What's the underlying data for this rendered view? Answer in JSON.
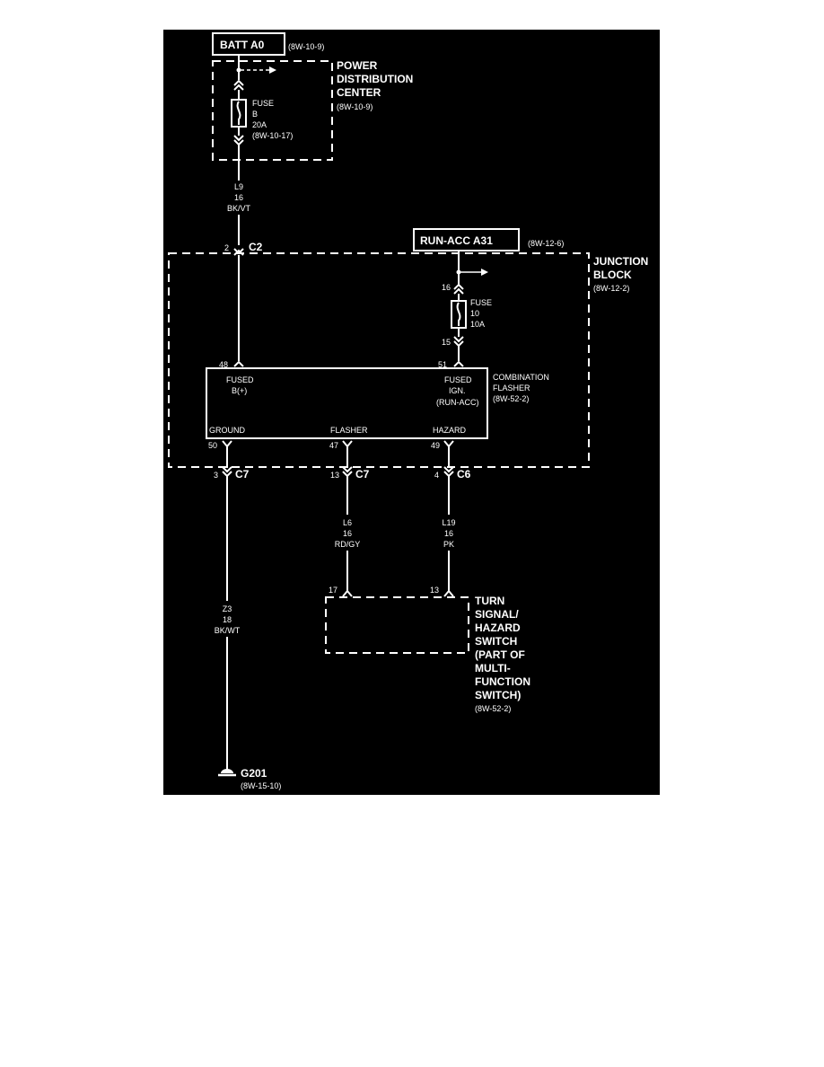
{
  "batt": {
    "label": "BATT A0",
    "ref": "(8W-10-9)"
  },
  "pdc": {
    "title_line1": "POWER",
    "title_line2": "DISTRIBUTION",
    "title_line3": "CENTER",
    "ref": "(8W-10-9)",
    "fuse": {
      "word": "FUSE",
      "id": "B",
      "rating": "20A",
      "ref": "(8W-10-17)"
    }
  },
  "wire_l9": {
    "circuit": "L9",
    "gauge": "16",
    "color": "BK/VT"
  },
  "c2": {
    "pin": "2",
    "name": "C2"
  },
  "run_acc": {
    "label": "RUN-ACC A31",
    "ref": "(8W-12-6)"
  },
  "junction": {
    "title_line1": "JUNCTION",
    "title_line2": "BLOCK",
    "ref": "(8W-12-2)"
  },
  "jb_fuse": {
    "pin_top": "16",
    "word": "FUSE",
    "id": "10",
    "rating": "10A",
    "pin_bottom": "15"
  },
  "flasher": {
    "pin_b": "48",
    "pin_ign": "51",
    "fused_b_line1": "FUSED",
    "fused_b_line2": "B(+)",
    "fused_ign_line1": "FUSED",
    "fused_ign_line2": "IGN.",
    "fused_ign_line3": "(RUN-ACC)",
    "name_line1": "COMBINATION",
    "name_line2": "FLASHER",
    "ref": "(8W-52-2)",
    "ground": "GROUND",
    "flasher": "FLASHER",
    "hazard": "HAZARD",
    "pin_ground": "50",
    "pin_flasher": "47",
    "pin_hazard": "49"
  },
  "conn_c7a": {
    "pin": "3",
    "name": "C7"
  },
  "conn_c7b": {
    "pin": "13",
    "name": "C7"
  },
  "conn_c6": {
    "pin": "4",
    "name": "C6"
  },
  "wire_l6": {
    "circuit": "L6",
    "gauge": "16",
    "color": "RD/GY"
  },
  "wire_l19": {
    "circuit": "L19",
    "gauge": "16",
    "color": "PK"
  },
  "wire_z3": {
    "circuit": "Z3",
    "gauge": "18",
    "color": "BK/WT"
  },
  "switch": {
    "pin_l6": "17",
    "pin_l19": "13",
    "line1": "TURN",
    "line2": "SIGNAL/",
    "line3": "HAZARD",
    "line4": "SWITCH",
    "line5": "(PART OF",
    "line6": "MULTI-",
    "line7": "FUNCTION",
    "line8": "SWITCH)",
    "ref": "(8W-52-2)"
  },
  "ground": {
    "name": "G201",
    "ref": "(8W-15-10)"
  },
  "colors": {
    "background": "#000000",
    "ink": "#ffffff",
    "page": "#ffffff"
  }
}
